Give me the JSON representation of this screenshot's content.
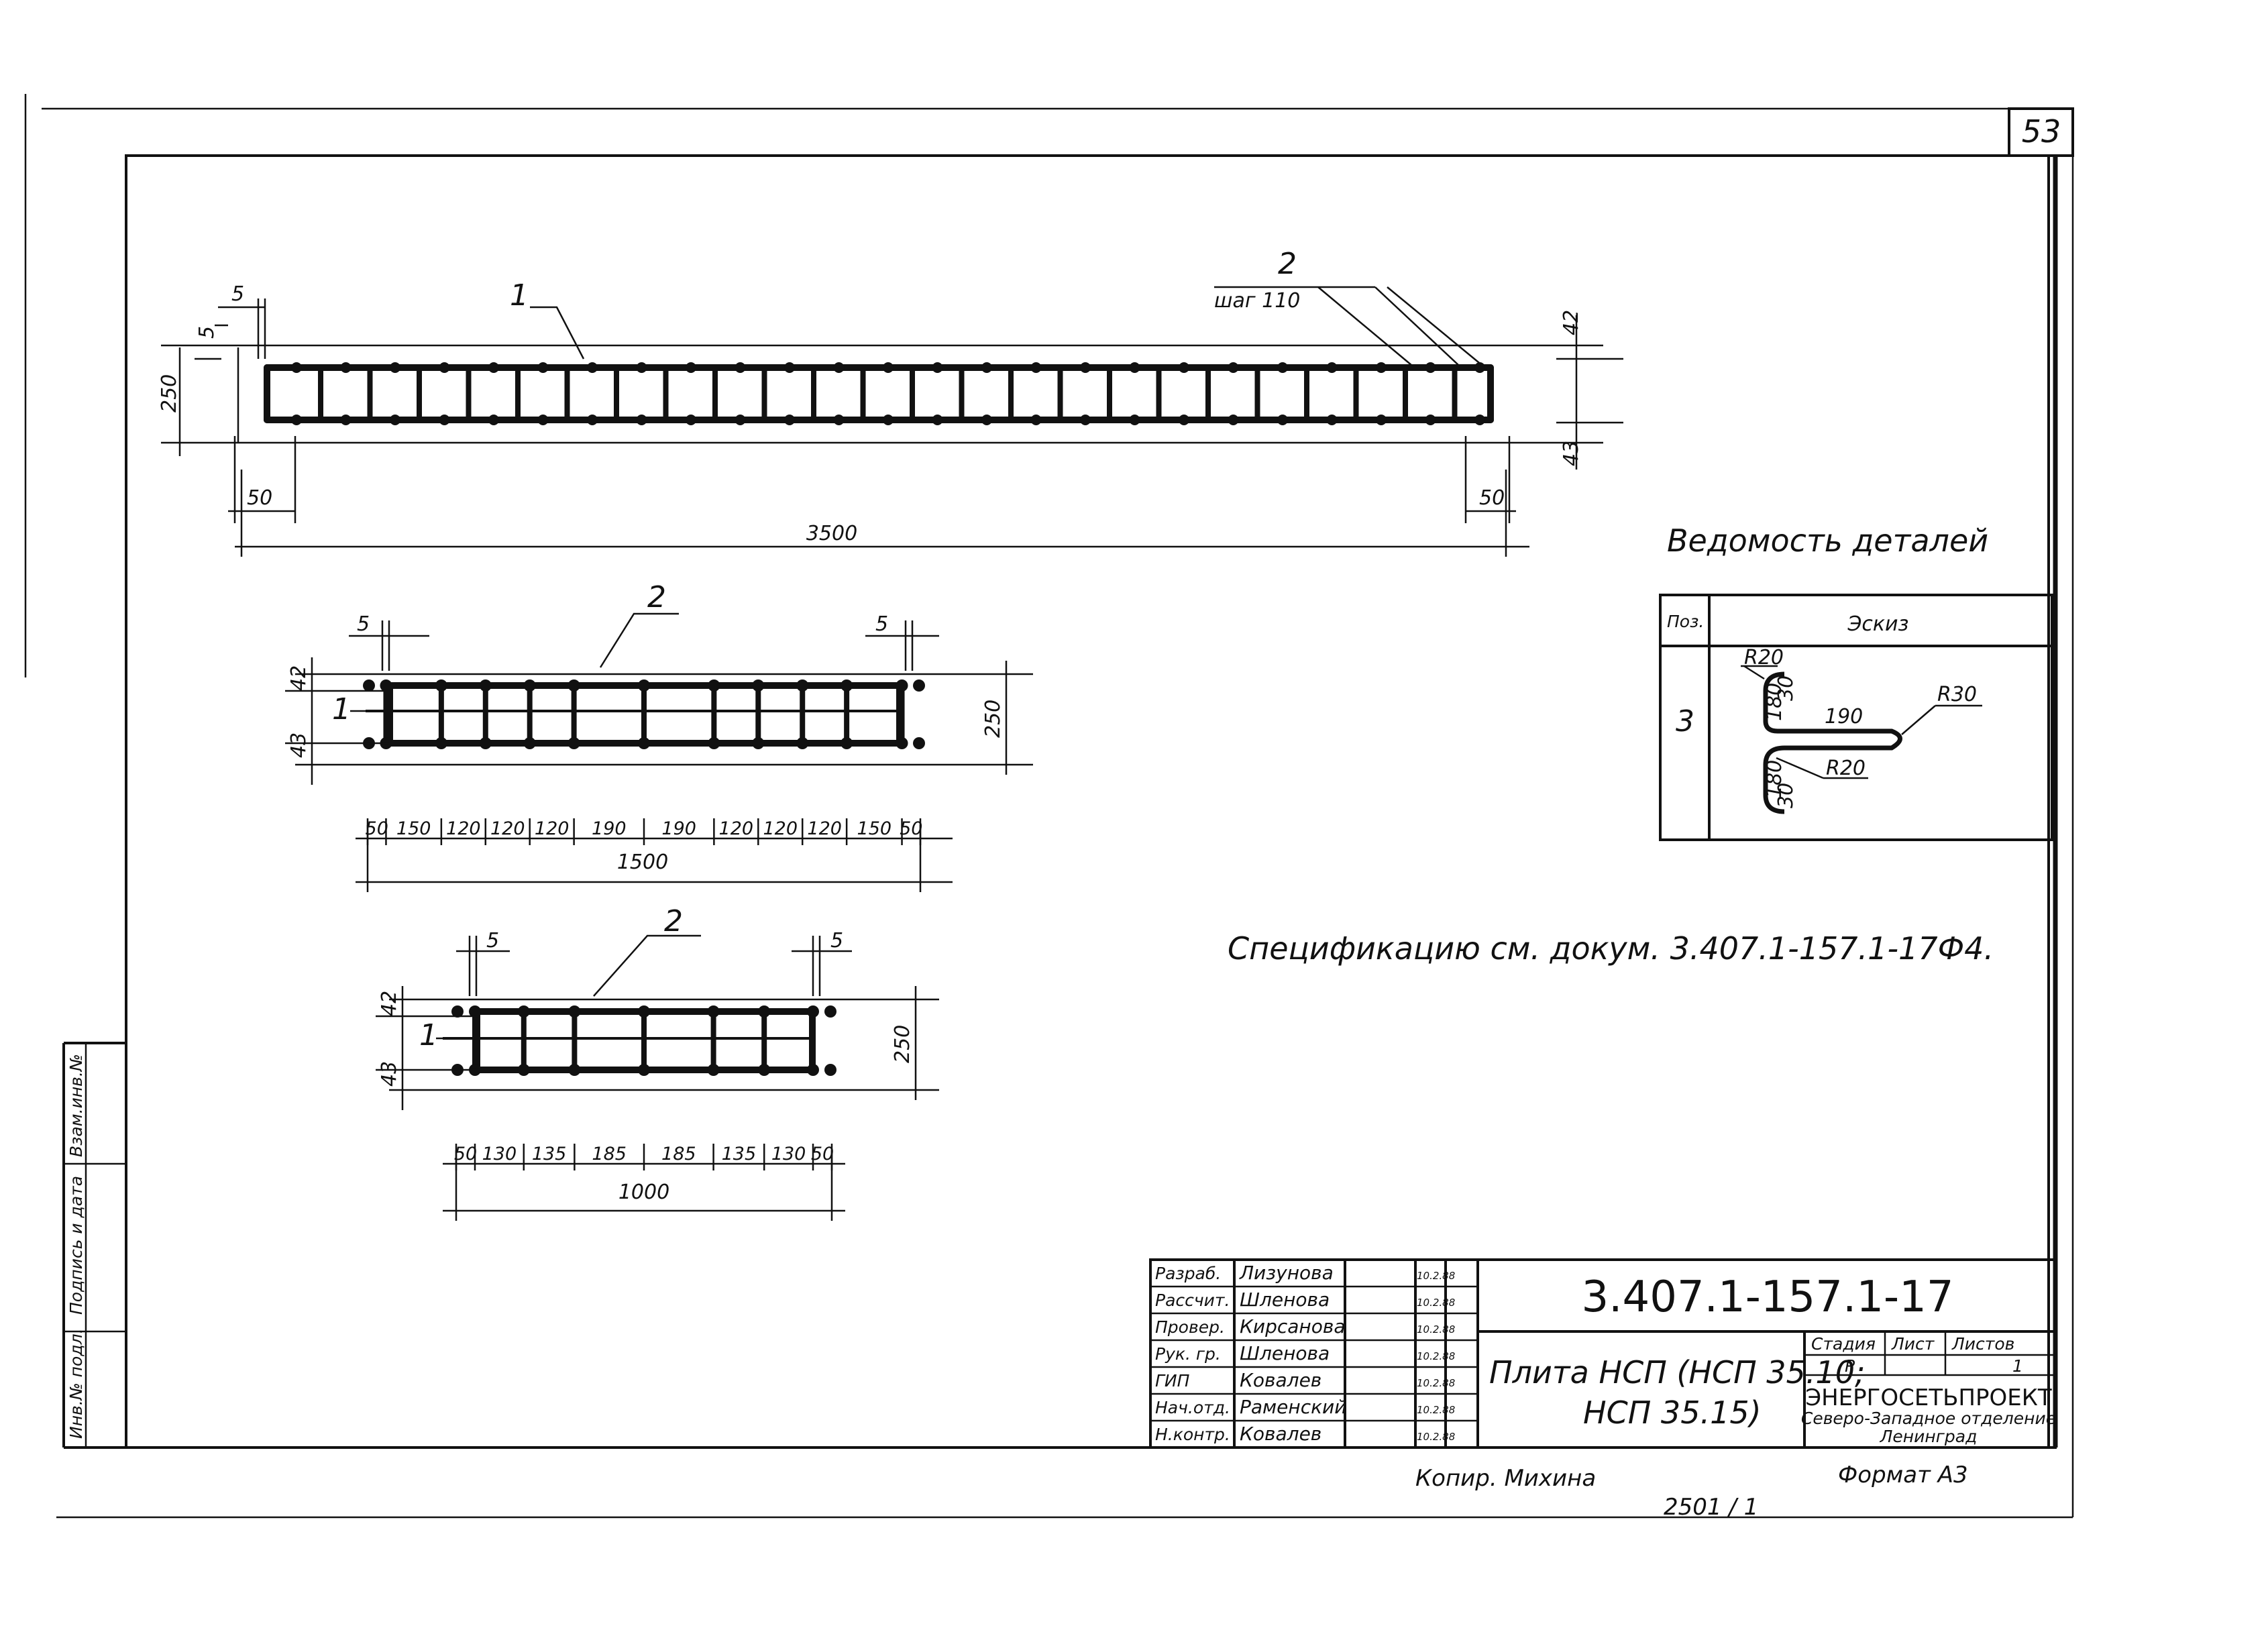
{
  "sheet_number": "53",
  "view_top": {
    "leader_1": "1",
    "leader_2": "2",
    "step_note": "шаг 110",
    "dims": {
      "d5a": "5",
      "d5b": "5",
      "d250": "250",
      "d42": "42",
      "d43": "43",
      "d50l": "50",
      "d50r": "50",
      "d3500": "3500"
    }
  },
  "view_mid": {
    "leader_1": "1",
    "leader_2": "2",
    "dims": {
      "d5l": "5",
      "d5r": "5",
      "d42": "42",
      "d43": "43",
      "d250": "250",
      "d1500": "1500"
    },
    "spacing": [
      "50",
      "150",
      "120",
      "120",
      "120",
      "190",
      "190",
      "120",
      "120",
      "120",
      "150",
      "50"
    ]
  },
  "view_bot": {
    "leader_1": "1",
    "leader_2": "2",
    "dims": {
      "d5l": "5",
      "d5r": "5",
      "d42": "42",
      "d43": "43",
      "d250": "250",
      "d1000": "1000"
    },
    "spacing": [
      "50",
      "130",
      "135",
      "185",
      "185",
      "135",
      "130",
      "50"
    ]
  },
  "details": {
    "title": "Ведомость деталей",
    "col_pos": "Поз.",
    "col_sketch": "Эскиз",
    "pos": "3",
    "r20a": "R20",
    "r20b": "R20",
    "r30": "R30",
    "d30a": "30",
    "d30b": "30",
    "d180a": "180",
    "d180b": "180",
    "d190": "190"
  },
  "spec_note": "Спецификацию см. докум. 3.407.1-157.1-17Ф4.",
  "side_stamp": {
    "inv_orig": "Инв.№ подл.",
    "sign_date": "Подпись и дата",
    "inv_replace": "Взам.инв.№"
  },
  "title_block": {
    "rows": [
      {
        "role": "Разраб.",
        "name": "Лизунова",
        "date": "10.2.88"
      },
      {
        "role": "Рассчит.",
        "name": "Шленова",
        "date": "10.2.88"
      },
      {
        "role": "Провер.",
        "name": "Кирсанова",
        "date": "10.2.88"
      },
      {
        "role": "Рук. гр.",
        "name": "Шленова",
        "date": "10.2.88"
      },
      {
        "role": "ГИП",
        "name": "Ковалев",
        "date": "10.2.88"
      },
      {
        "role": "Нач.отд.",
        "name": "Раменский",
        "date": "10.2.88"
      },
      {
        "role": "Н.контр.",
        "name": "Ковалев",
        "date": "10.2.88"
      }
    ],
    "doc_code": "3.407.1-157.1-17",
    "title_line1": "Плита НСП (НСП 35.10;",
    "title_line2": "НСП 35.15)",
    "col_stage": "Стадия",
    "col_sheet": "Лист",
    "col_sheets": "Листов",
    "stage": "Р",
    "sheets": "1",
    "org1": "ЭНЕРГОСЕТЬПРОЕКТ",
    "org2": "Северо-Западное отделение",
    "org3": "Ленинград"
  },
  "footer": {
    "copier": "Копир.  Михина",
    "format": "Формат А3",
    "order": "2501 / 1"
  }
}
